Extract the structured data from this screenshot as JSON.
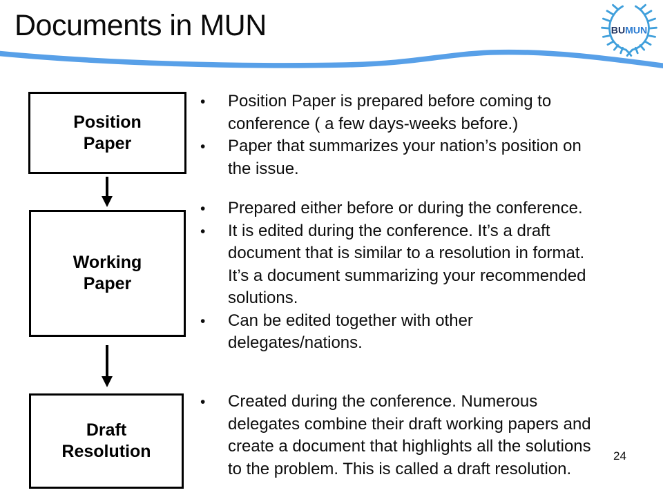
{
  "slide": {
    "title": "Documents in MUN",
    "page_number": "24",
    "bullet_char": "•"
  },
  "logo": {
    "bu": "BU",
    "mun": "MUN",
    "wreath_color": "#3f9fdb",
    "bu_color": "#1b2f5e",
    "mun_color": "#2d7dd2"
  },
  "theme": {
    "background": "#ffffff",
    "wave_color": "#58a0e8",
    "text_color": "#0d0d0d",
    "box_border_color": "#000000"
  },
  "flowchart": {
    "boxes": [
      {
        "id": "position-paper",
        "line1": "Position",
        "line2": "Paper"
      },
      {
        "id": "working-paper",
        "line1": "Working",
        "line2": "Paper"
      },
      {
        "id": "draft-resolution",
        "line1": "Draft",
        "line2": "Resolution"
      }
    ]
  },
  "bullets": {
    "position_paper": [
      "Position Paper is prepared before coming to\nconference ( a few days-weeks before.)",
      "Paper that summarizes your nation’s position on\nthe issue."
    ],
    "working_paper": [
      "Prepared either before or during the conference.",
      "It is edited during the conference. It’s a draft\ndocument that is similar to a resolution in format.\nIt’s a document summarizing your recommended\nsolutions.",
      "Can be edited together with other\ndelegates/nations."
    ],
    "draft_resolution": [
      "Created during the conference. Numerous\ndelegates combine their draft working papers and\ncreate a document that highlights all the solutions\nto the problem. This is called a draft resolution."
    ]
  }
}
